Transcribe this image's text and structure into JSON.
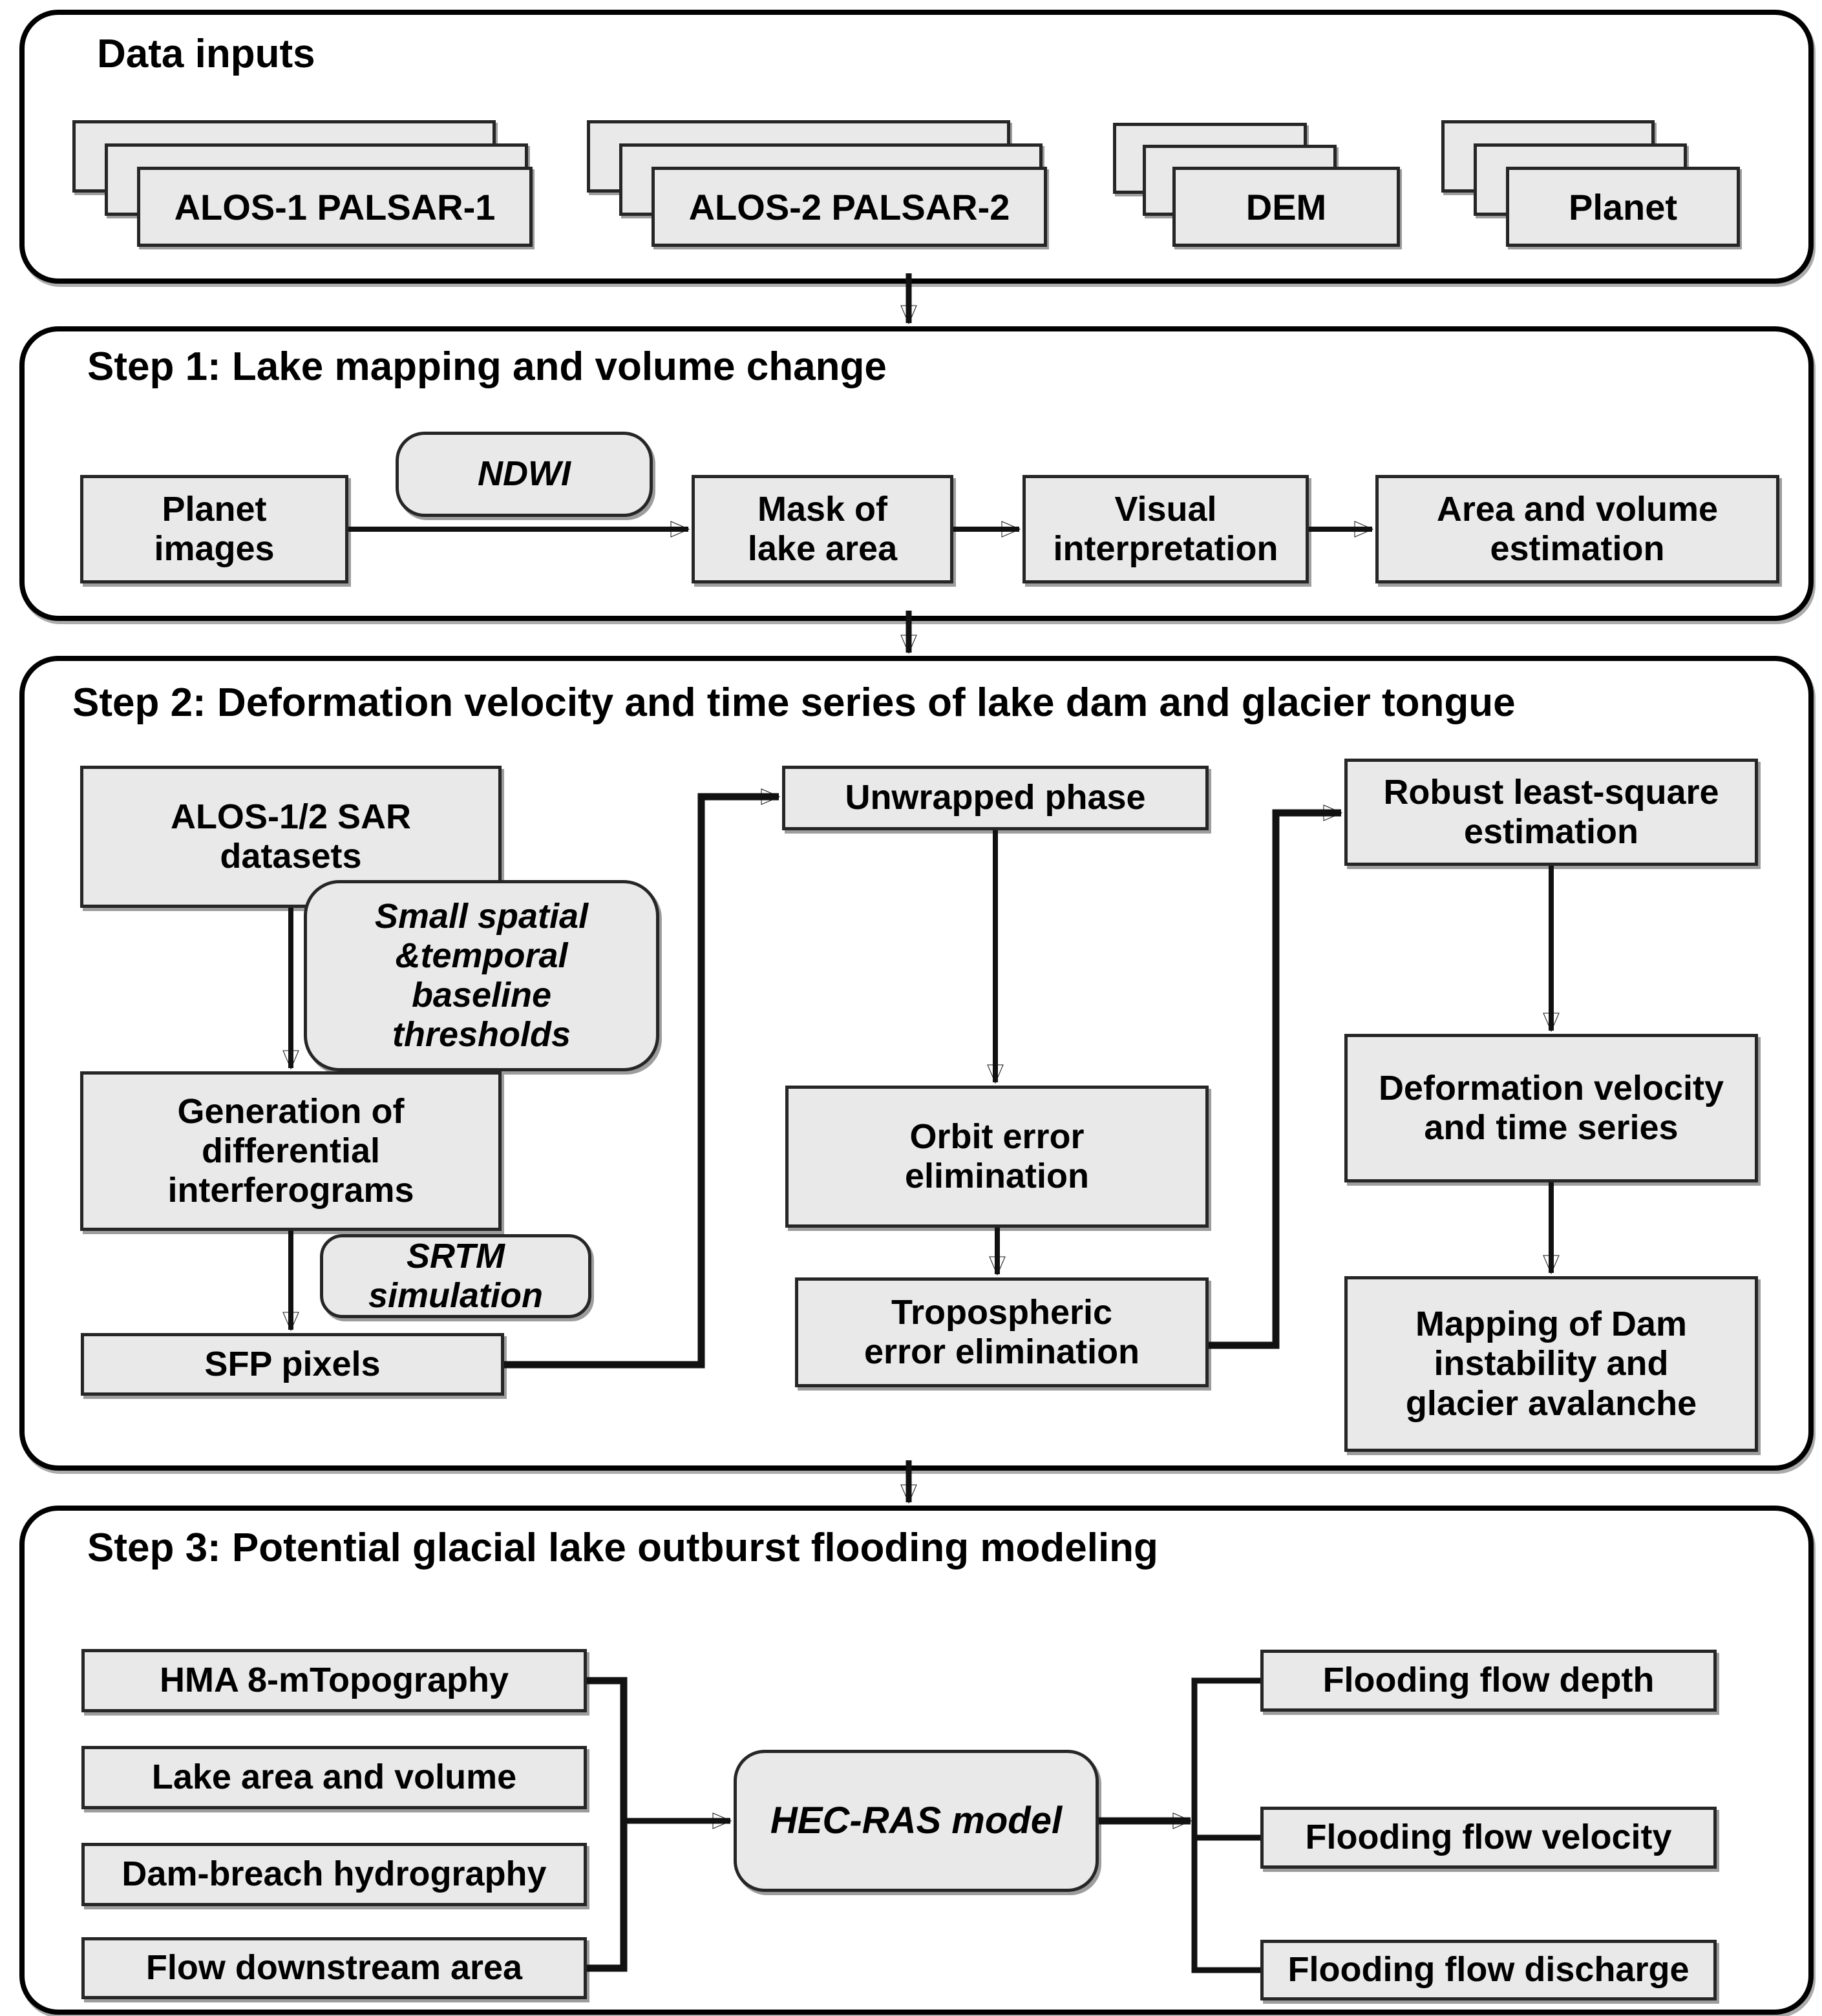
{
  "figure": {
    "type": "flowchart",
    "background": "#ffffff"
  },
  "colors": {
    "node_fill": "#e9e9e9",
    "node_border": "#262626",
    "panel_border": "#000000",
    "arrow": "#111111",
    "text": "#000000"
  },
  "data_inputs": {
    "title": "Data inputs",
    "stacks": [
      {
        "label": "ALOS-1 PALSAR-1"
      },
      {
        "label": "ALOS-2 PALSAR-2"
      },
      {
        "label": "DEM"
      },
      {
        "label": "Planet"
      }
    ]
  },
  "step1": {
    "title": "Step 1: Lake mapping and volume change",
    "nodes": {
      "planet_images": "Planet\nimages",
      "ndwi": "NDWI",
      "mask": "Mask of\nlake area",
      "visual": "Visual\ninterpretation",
      "area_volume": "Area and volume\nestimation"
    }
  },
  "step2": {
    "title": "Step 2: Deformation velocity and time series of lake dam and glacier tongue",
    "nodes": {
      "alos_datasets": "ALOS-1/2 SAR\ndatasets",
      "baseline": "Small spatial\n&temporal\nbaseline\nthresholds",
      "interferograms": "Generation of\ndifferential\ninterferograms",
      "srtm": "SRTM\nsimulation",
      "sfp": "SFP pixels",
      "unwrapped": "Unwrapped phase",
      "orbit": "Orbit error\nelimination",
      "tropospheric": "Tropospheric\nerror elimination",
      "robust": "Robust least-square\nestimation",
      "deformation": "Deformation velocity\nand time series",
      "mapping": "Mapping of Dam\ninstability and\nglacier avalanche"
    }
  },
  "step3": {
    "title": "Step 3: Potential glacial lake outburst flooding modeling",
    "nodes": {
      "hma": "HMA 8-mTopography",
      "lake": "Lake area and volume",
      "dam_breach": "Dam-breach hydrography",
      "flow_area": "Flow downstream area",
      "hecras": "HEC-RAS model",
      "depth": "Flooding flow depth",
      "velocity": "Flooding flow velocity",
      "discharge": "Flooding flow discharge"
    }
  }
}
